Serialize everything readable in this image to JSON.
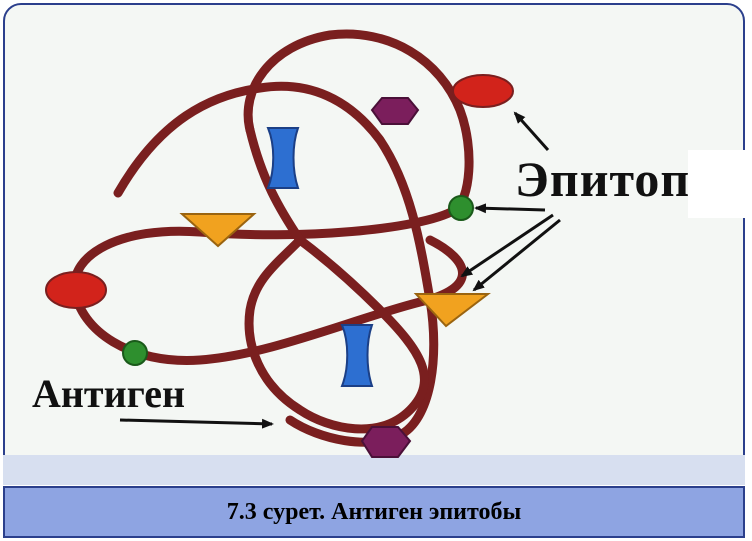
{
  "labels": {
    "epitope": "Эпитоп",
    "antigen": "Антиген"
  },
  "caption": "7.3 сурет. Антиген эпитобы",
  "colors": {
    "chain": "#7a1f1f",
    "red_epitope": "#d2231b",
    "purple_epitope": "#7b1e5c",
    "blue_epitope": "#2d6fd1",
    "orange_epitope": "#f1a21f",
    "green_epitope": "#2e8f2e",
    "frame": "#2b3f8c",
    "caption_bar": "#8ea4e2"
  }
}
